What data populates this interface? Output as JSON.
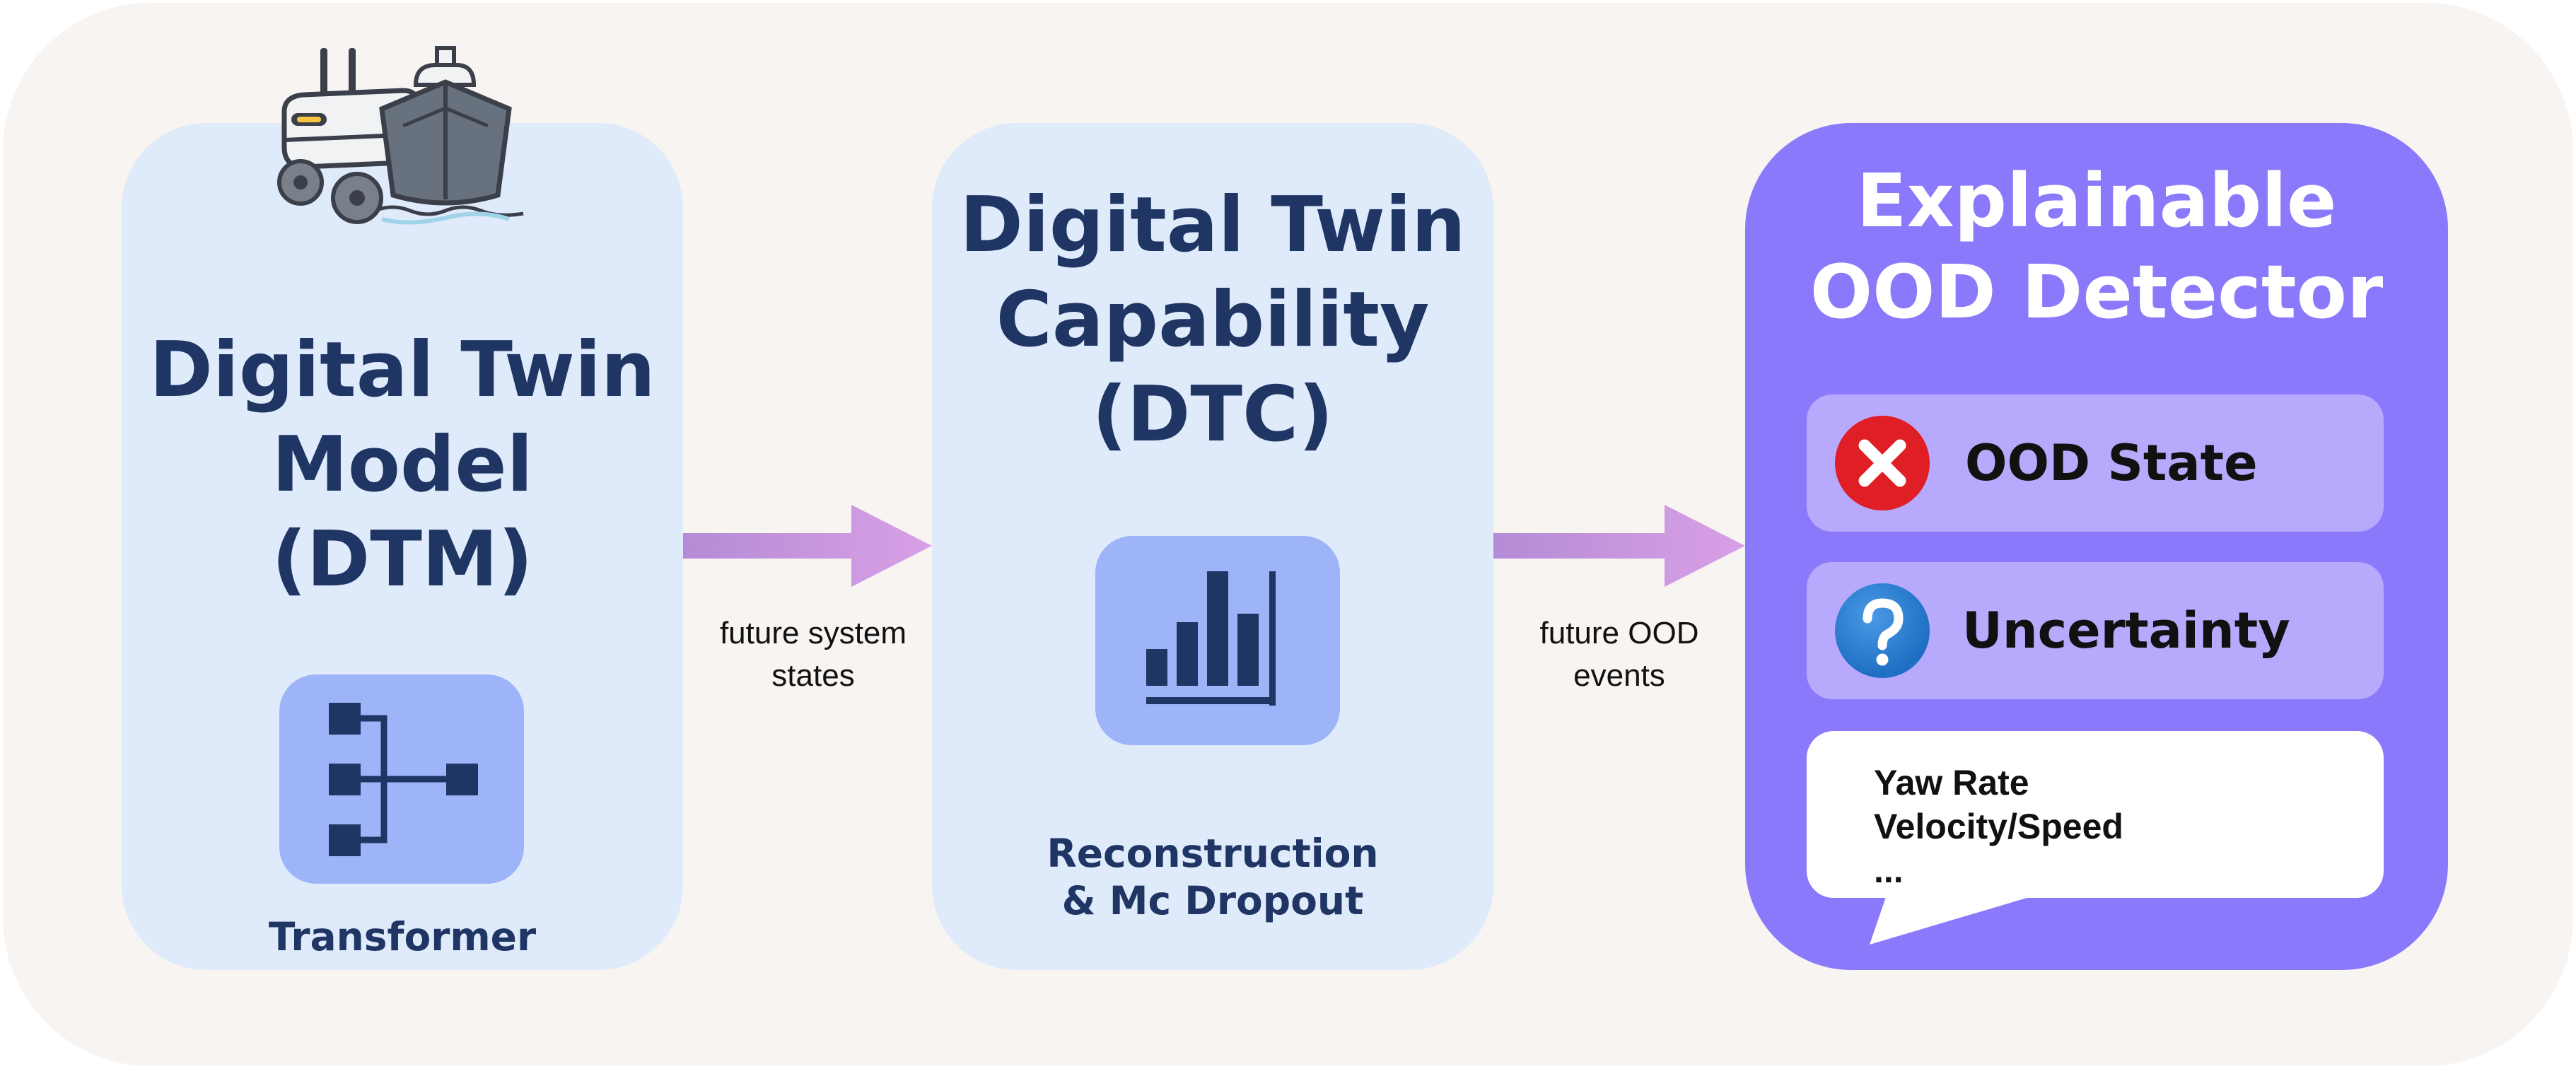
{
  "colors": {
    "background_panel": "#f7f4f2",
    "light_card": "#dfeafa",
    "icon_box": "#9db5f8",
    "dark_text": "#1f3563",
    "purple_card": "#8b79fb",
    "pill": "#b7aafd",
    "arrow_start": "#b48bd6",
    "arrow_end": "#d9a0e6",
    "error_red": "#e01e26",
    "question_blue": "#1f6fc4"
  },
  "dtm": {
    "title_lines": [
      "Digital Twin",
      "Model",
      "(DTM)"
    ],
    "header_icon": "robot-and-ship-icon",
    "icon": "transformer-network-icon",
    "caption": "Transformer"
  },
  "dtc": {
    "title_lines": [
      "Digital Twin",
      "Capability",
      "(DTC)"
    ],
    "icon": "bar-chart-icon",
    "caption_lines": [
      "Reconstruction",
      "& Mc Dropout"
    ]
  },
  "arrows": [
    {
      "label_lines": [
        "future system",
        "states"
      ]
    },
    {
      "label_lines": [
        "future OOD",
        "events"
      ]
    }
  ],
  "detector": {
    "title_lines": [
      "Explainable",
      "OOD Detector"
    ],
    "items": [
      {
        "icon": "error-x-icon",
        "label": "OOD State"
      },
      {
        "icon": "question-icon",
        "label": "Uncertainty"
      }
    ],
    "bubble_lines": [
      "Yaw Rate",
      "Velocity/Speed",
      "..."
    ]
  }
}
